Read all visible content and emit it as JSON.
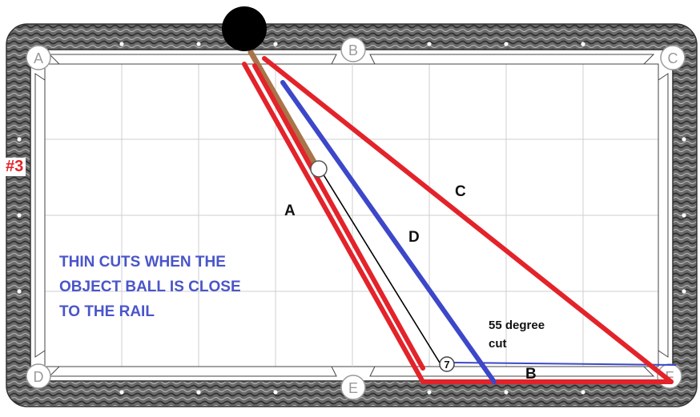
{
  "diagram_number": "#3",
  "pockets": {
    "a": "A",
    "b": "B",
    "c": "C",
    "d": "D",
    "e": "E",
    "f": "F"
  },
  "object_ball": {
    "number": "7"
  },
  "lines": {
    "a": "A",
    "b": "B",
    "c": "C",
    "d": "D"
  },
  "title": {
    "line1": "THIN CUTS WHEN THE",
    "line2": "OBJECT BALL IS CLOSE",
    "line3": "TO THE RAIL"
  },
  "cut_note": {
    "line1": "55 degree",
    "line2": "cut"
  },
  "colors": {
    "red_line": "#e3232a",
    "blue_line": "#3d47c9",
    "cue_stick": "#a9744a",
    "title_blue": "#4a55c9",
    "tag_red": "#e3232a",
    "rail": "#5a5a5a"
  }
}
